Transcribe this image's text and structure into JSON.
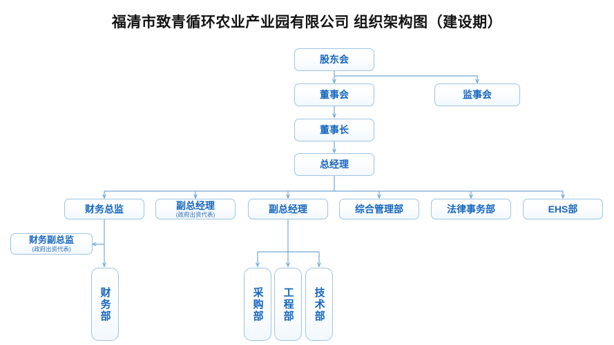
{
  "document": {
    "title": "福清市致青循环农业产业园有限公司 组织架构图（建设期）"
  },
  "theme": {
    "box_border": "#9ec3e0",
    "box_fill": "#ffffff",
    "text_blue": "#1565c0",
    "connector": "#6fa8d4",
    "title_color": "#111111"
  },
  "nodes": {
    "shareholders": {
      "label": "股东会",
      "sub": ""
    },
    "board": {
      "label": "董事会",
      "sub": ""
    },
    "supervisors": {
      "label": "监事会",
      "sub": ""
    },
    "chairman": {
      "label": "董事长",
      "sub": ""
    },
    "general_manager": {
      "label": "总经理",
      "sub": ""
    },
    "cfo": {
      "label": "财务总监",
      "sub": ""
    },
    "deputy_gm_gov": {
      "label": "副总经理",
      "sub": "(政府出资代表)"
    },
    "deputy_gm": {
      "label": "副总经理",
      "sub": ""
    },
    "general_admin": {
      "label": "综合管理部",
      "sub": ""
    },
    "legal_affairs": {
      "label": "法律事务部",
      "sub": ""
    },
    "ehs": {
      "label": "EHS部",
      "sub": ""
    },
    "deputy_cfo_gov": {
      "label": "财务副总监",
      "sub": "(政府出资代表)"
    },
    "finance_dept": {
      "label": "财务部",
      "sub": ""
    },
    "procurement_dept": {
      "label": "采购部",
      "sub": ""
    },
    "engineering_dept": {
      "label": "工程部",
      "sub": ""
    },
    "technology_dept": {
      "label": "技术部",
      "sub": ""
    }
  }
}
